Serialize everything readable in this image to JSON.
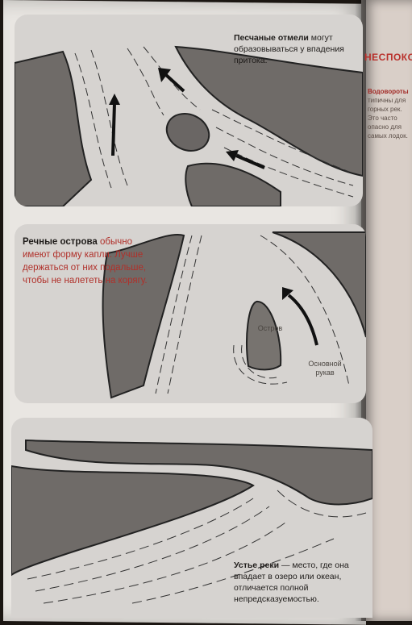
{
  "panel1": {
    "caption_bold": "Песчаные отмели",
    "caption_rest": " могут образовываться у впадения притока."
  },
  "panel2": {
    "caption_bold": "Речные острова",
    "caption_rest": " обычно имеют форму капли. Лучше держаться от них подальше, чтобы не налететь на корягу.",
    "label_island": "Остров",
    "label_side_channel": "Основной рукав"
  },
  "panel3": {
    "caption_bold": "Устье реки",
    "caption_rest": " — место, где она впадает в озеро или океан, отличается полной непредсказуемостью."
  },
  "right_page": {
    "title": "НЕСПОКОЙН",
    "body_bold": "Водовороты",
    "body_rest": " типичны для горных рек. Это часто опасно для самых лодок."
  },
  "colors": {
    "accent": "#b0302a",
    "panel_bg": "#d6d3d0",
    "bank_fill": "#6f6b68"
  }
}
